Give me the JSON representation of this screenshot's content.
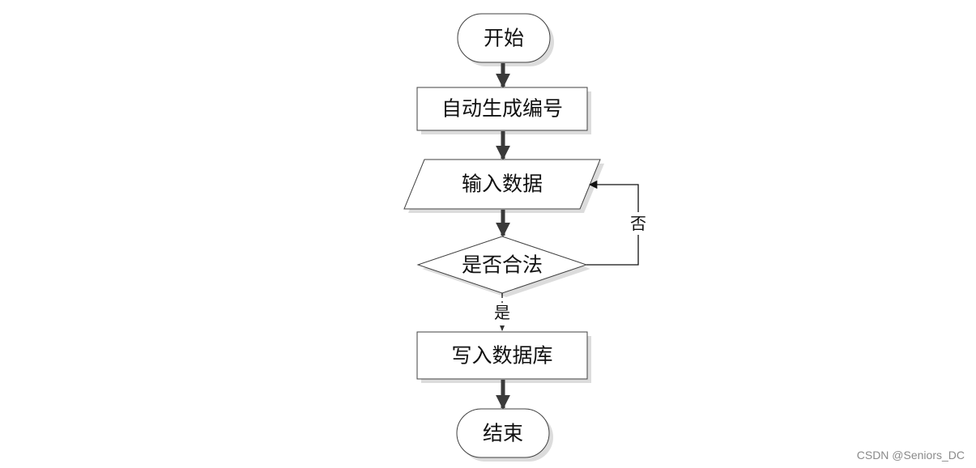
{
  "nodes": {
    "start": {
      "label": "开始",
      "shape": "terminator"
    },
    "generate_id": {
      "label": "自动生成编号",
      "shape": "process"
    },
    "input_data": {
      "label": "输入数据",
      "shape": "input-output"
    },
    "is_valid": {
      "label": "是否合法",
      "shape": "decision"
    },
    "write_db": {
      "label": "写入数据库",
      "shape": "process"
    },
    "end": {
      "label": "结束",
      "shape": "terminator"
    }
  },
  "edges": [
    {
      "from": "start",
      "to": "generate_id",
      "label": ""
    },
    {
      "from": "generate_id",
      "to": "input_data",
      "label": ""
    },
    {
      "from": "input_data",
      "to": "is_valid",
      "label": ""
    },
    {
      "from": "is_valid",
      "to": "input_data",
      "label": "否"
    },
    {
      "from": "is_valid",
      "to": "write_db",
      "label": "是"
    },
    {
      "from": "write_db",
      "to": "end",
      "label": ""
    }
  ],
  "edge_labels": {
    "no": "否",
    "yes": "是"
  },
  "watermark": "CSDN @Seniors_DC",
  "colors": {
    "shape_fill": "#ffffff",
    "shape_stroke": "#404040",
    "shadow": "#dcdcdc",
    "arrow": "#3a3a3a",
    "watermark": "#8a8a8a"
  }
}
